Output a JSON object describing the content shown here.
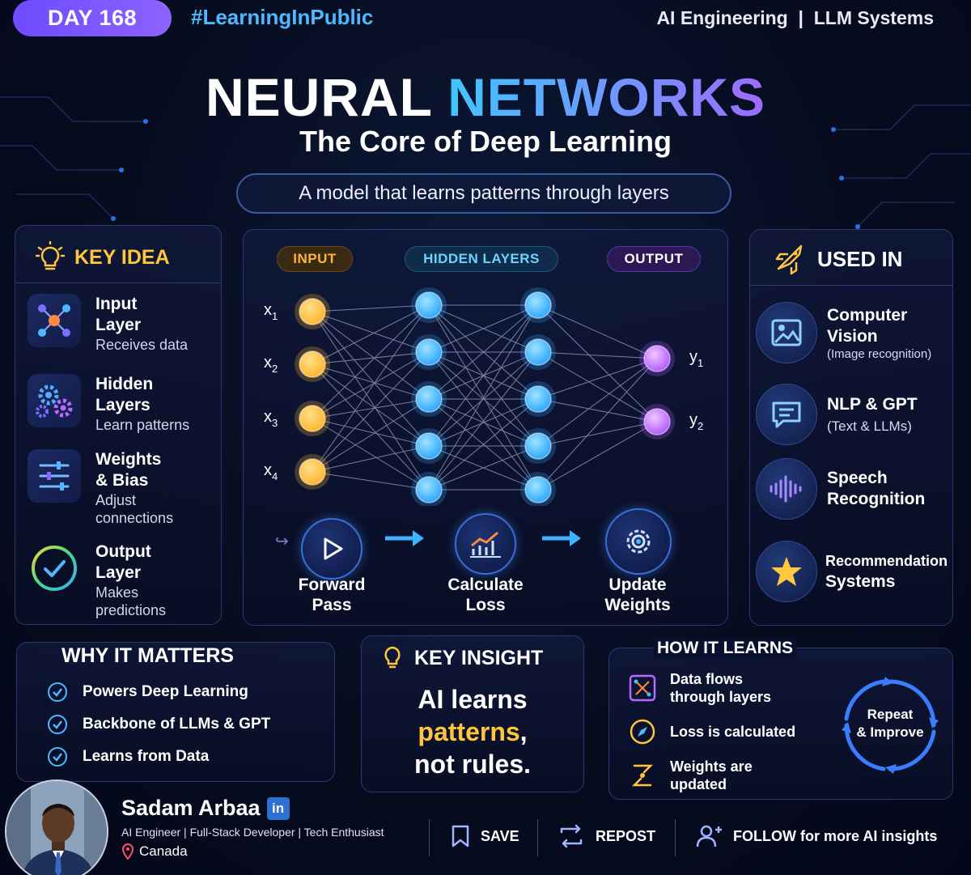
{
  "header": {
    "day_badge": "DAY 168",
    "hashtag": "#LearningInPublic",
    "topics": "AI Engineering  |  LLM Systems",
    "title_part1": "NEURAL",
    "title_part2": "NETWORKS",
    "subtitle": "The Core of Deep Learning",
    "tagline": "A model that learns patterns through layers"
  },
  "key_idea": {
    "heading": "KEY IDEA",
    "items": [
      {
        "title1": "Input",
        "title2": "Layer",
        "sub1": "Receives data",
        "sub2": "",
        "icon": "network-nodes-icon"
      },
      {
        "title1": "Hidden",
        "title2": "Layers",
        "sub1": "Learn patterns",
        "sub2": "",
        "icon": "gears-icon"
      },
      {
        "title1": "Weights",
        "title2": "& Bias",
        "sub1": "Adjust",
        "sub2": "connections",
        "icon": "sliders-icon"
      },
      {
        "title1": "Output",
        "title2": "Layer",
        "sub1": "Makes",
        "sub2": "predictions",
        "icon": "checkmark-icon"
      }
    ]
  },
  "network": {
    "input_label": "INPUT",
    "hidden_label": "HIDDEN LAYERS",
    "output_label": "OUTPUT",
    "inputs": [
      "x",
      "x",
      "x",
      "x"
    ],
    "input_subscripts": [
      "1",
      "2",
      "3",
      "4"
    ],
    "outputs": [
      "y",
      "y"
    ],
    "output_subscripts": [
      "1",
      "2"
    ],
    "hidden_layers": 2,
    "neurons_per_hidden_layer": 5,
    "colors": {
      "input": "#ffb62e",
      "hidden": "#2ea8ff",
      "output": "#b45cff"
    }
  },
  "steps": [
    {
      "line1": "Forward",
      "line2": "Pass",
      "icon": "play-icon"
    },
    {
      "line1": "Calculate",
      "line2": "Loss",
      "icon": "chart-icon"
    },
    {
      "line1": "Update",
      "line2": "Weights",
      "icon": "gear-icon"
    }
  ],
  "used_in": {
    "heading": "USED IN",
    "items": [
      {
        "title1": "Computer",
        "title2": "Vision",
        "sub": "(Image recognition)",
        "icon": "image-icon"
      },
      {
        "title1": "NLP & GPT",
        "title2": "",
        "sub": "(Text & LLMs)",
        "icon": "chat-icon"
      },
      {
        "title1": "Speech",
        "title2": "Recognition",
        "sub": "",
        "icon": "waveform-icon"
      },
      {
        "title1": "Recommendation",
        "title2": "Systems",
        "sub": "",
        "icon": "star-icon"
      }
    ]
  },
  "why_it_matters": {
    "heading": "WHY IT MATTERS",
    "items": [
      "Powers Deep Learning",
      "Backbone of LLMs & GPT",
      "Learns from Data"
    ]
  },
  "key_insight": {
    "heading": "KEY INSIGHT",
    "line1": "AI learns",
    "line2_highlight": "patterns",
    "line2_rest": ",",
    "line3": "not rules."
  },
  "how_it_learns": {
    "heading": "HOW IT LEARNS",
    "items": [
      {
        "line1": "Data flows",
        "line2": "through layers",
        "icon": "flow-icon"
      },
      {
        "line1": "Loss is calculated",
        "line2": "",
        "icon": "compass-icon"
      },
      {
        "line1": "Weights are",
        "line2": "updated",
        "icon": "update-icon"
      }
    ],
    "cycle_line1": "Repeat",
    "cycle_line2": "& Improve"
  },
  "footer": {
    "name": "Sadam Arbaa",
    "linkedin": "in",
    "role": "AI Engineer | Full-Stack Developer | Tech Enthusiast",
    "location": "Canada",
    "save": "SAVE",
    "repost": "REPOST",
    "follow_bold": "FOLLOW",
    "follow_rest": " for more AI insights"
  }
}
